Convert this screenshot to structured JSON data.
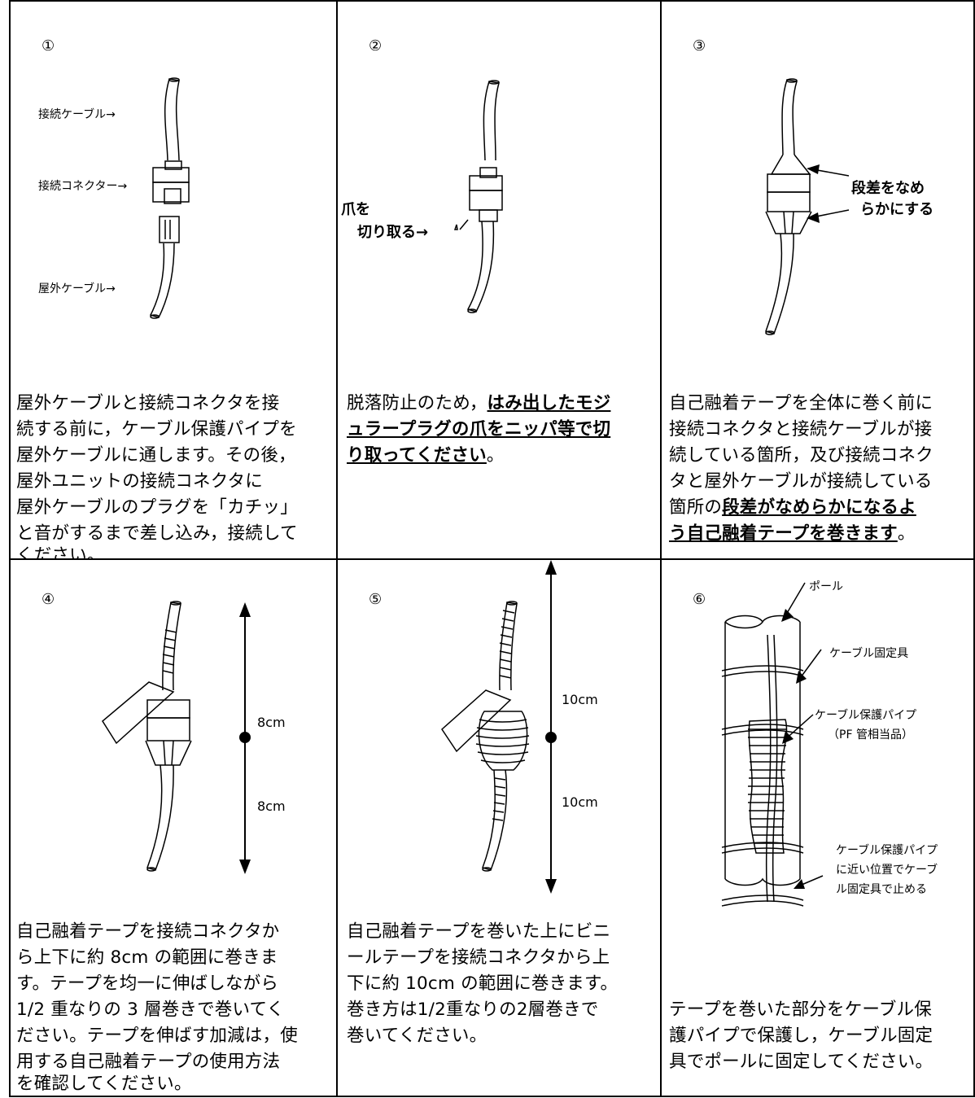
{
  "steps": [
    {
      "number": "①",
      "labels": {
        "cable": "接続ケーブル→",
        "connector": "接続コネクター→",
        "outdoor": "屋外ケーブル→"
      },
      "text": [
        "屋外ケーブルと接続コネクタを接",
        "続する前に，ケーブル保護パイプを",
        "屋外ケーブルに通します。その後，",
        "屋外ユニットの接続コネクタに",
        "屋外ケーブルのプラグを「カチッ」",
        "と音がするまで差し込み，接続して",
        "ください。"
      ]
    },
    {
      "number": "②",
      "labels": {
        "claw_1": "爪を",
        "claw_2": "切り取る→"
      },
      "text_plain_1": "脱落防止のため，",
      "text_bold_1": "はみ出したモジ",
      "text_bold_2": "ュラープラグの爪をニッパ等で切",
      "text_bold_3": "り取ってください",
      "text_end": "。"
    },
    {
      "number": "③",
      "labels": {
        "step_1": "段差をなめ",
        "step_2": "らかにする"
      },
      "text": [
        "自己融着テープを全体に巻く前に",
        "接続コネクタと接続ケーブルが接",
        "続している箇所，及び接続コネク",
        "タと屋外ケーブルが接続している"
      ],
      "text_plain_5": "箇所の",
      "text_bold_5": "段差がなめらかになるよ",
      "text_bold_6": "う自己融着テープを巻きます",
      "text_end": "。"
    },
    {
      "number": "④",
      "labels": {
        "upper": "8cm",
        "lower": "8cm"
      },
      "text": [
        "自己融着テープを接続コネクタか",
        "ら上下に約 8cm の範囲に巻きま",
        "す。テープを均一に伸ばしながら",
        "1/2 重なりの 3 層巻きで巻いてく",
        "ださい。テープを伸ばす加減は，使",
        "用する自己融着テープの使用方法",
        "を確認してください。"
      ]
    },
    {
      "number": "⑤",
      "labels": {
        "upper": "10cm",
        "lower": "10cm"
      },
      "text": [
        "自己融着テープを巻いた上にビニ",
        "ールテープを接続コネクタから上",
        "下に約 10cm の範囲に巻きます。",
        "巻き方は1/2重なりの2層巻きで",
        "巻いてください。"
      ]
    },
    {
      "number": "⑥",
      "labels": {
        "pole": "ポール",
        "fixture": "ケーブル固定具",
        "pipe_1": "ケーブル保護パイプ",
        "pipe_2": "（PF 管相当品）",
        "note_1": "ケーブル保護パイプ",
        "note_2": "に近い位置でケーブ",
        "note_3": "ル固定具で止める"
      },
      "text": [
        "テープを巻いた部分をケーブル保",
        "護パイプで保護し，ケーブル固定",
        "具でポールに固定してください。"
      ]
    }
  ]
}
